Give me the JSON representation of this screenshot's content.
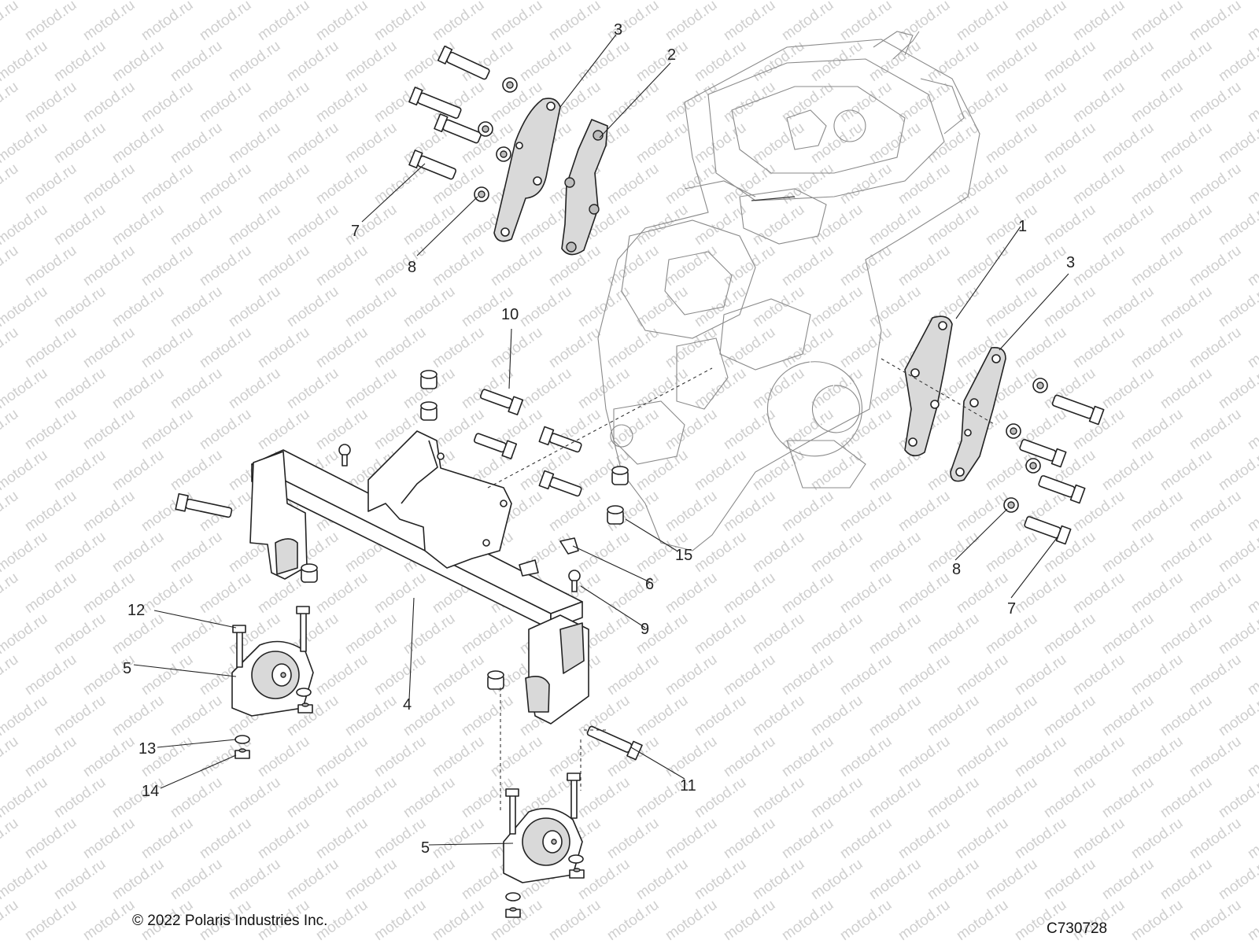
{
  "watermark": {
    "text": "motod.ru"
  },
  "callouts": [
    {
      "id": "c1",
      "label": "1"
    },
    {
      "id": "c2",
      "label": "2"
    },
    {
      "id": "c3a",
      "label": "3"
    },
    {
      "id": "c3b",
      "label": "3"
    },
    {
      "id": "c4",
      "label": "4"
    },
    {
      "id": "c5a",
      "label": "5"
    },
    {
      "id": "c5b",
      "label": "5"
    },
    {
      "id": "c6",
      "label": "6"
    },
    {
      "id": "c7a",
      "label": "7"
    },
    {
      "id": "c7b",
      "label": "7"
    },
    {
      "id": "c8a",
      "label": "8"
    },
    {
      "id": "c8b",
      "label": "8"
    },
    {
      "id": "c9",
      "label": "9"
    },
    {
      "id": "c10",
      "label": "10"
    },
    {
      "id": "c11",
      "label": "11"
    },
    {
      "id": "c12",
      "label": "12"
    },
    {
      "id": "c13",
      "label": "13"
    },
    {
      "id": "c14",
      "label": "14"
    },
    {
      "id": "c15",
      "label": "15"
    }
  ],
  "footer": {
    "copyright": "© 2022 Polaris Industries Inc.",
    "drawing_number": "C730728"
  }
}
